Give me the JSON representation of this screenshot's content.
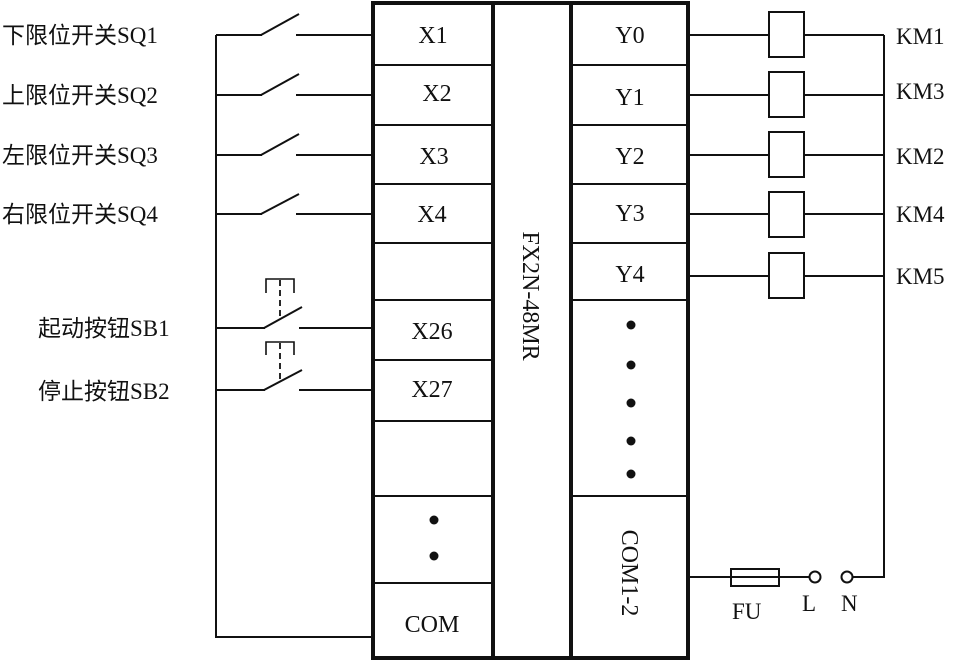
{
  "plc": {
    "model": "FX2N-48MR",
    "input_common": "COM",
    "output_common": "COM1-2",
    "input_terminals": [
      "X1",
      "X2",
      "X3",
      "X4",
      "",
      "X26",
      "X27",
      "",
      "⋮"
    ],
    "output_terminals": [
      "Y0",
      "Y1",
      "Y2",
      "Y3",
      "Y4",
      "⋮"
    ]
  },
  "inputs": [
    {
      "label": "下限位开关SQ1",
      "type": "limit-switch",
      "terminal": "X1"
    },
    {
      "label": "上限位开关SQ2",
      "type": "limit-switch",
      "terminal": "X2"
    },
    {
      "label": "左限位开关SQ3",
      "type": "limit-switch",
      "terminal": "X3"
    },
    {
      "label": "右限位开关SQ4",
      "type": "limit-switch",
      "terminal": "X4"
    },
    {
      "label": "起动按钮SB1",
      "type": "push-button",
      "terminal": "X26"
    },
    {
      "label": "停止按钮SB2",
      "type": "push-button",
      "terminal": "X27"
    }
  ],
  "outputs": [
    {
      "terminal": "Y0",
      "coil": "KM1"
    },
    {
      "terminal": "Y1",
      "coil": "KM3"
    },
    {
      "terminal": "Y2",
      "coil": "KM2"
    },
    {
      "terminal": "Y3",
      "coil": "KM4"
    },
    {
      "terminal": "Y4",
      "coil": "KM5"
    }
  ],
  "power": {
    "fuse": "FU",
    "line": "L",
    "neutral": "N"
  },
  "colors": {
    "ink": "#111111",
    "background": "#ffffff"
  }
}
